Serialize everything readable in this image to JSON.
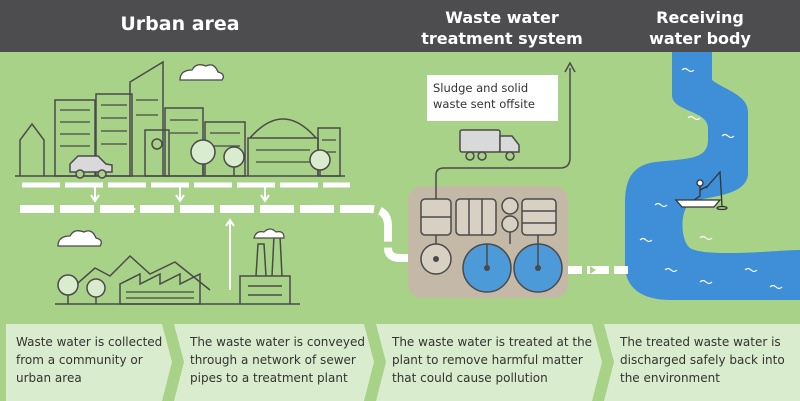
{
  "header": {
    "urban": "Urban area",
    "wwts_line1": "Waste water",
    "wwts_line2": "treatment system",
    "rwb_line1": "Receiving",
    "rwb_line2": "water body"
  },
  "sludge": {
    "line1": "Sludge and solid",
    "line2": "waste sent offsite"
  },
  "steps": [
    {
      "line1": "Waste water is collected",
      "line2": "from a community or",
      "line3": "urban area"
    },
    {
      "line1": "The waste water is conveyed",
      "line2": "through a network of sewer",
      "line3": "pipes to a treatment plant"
    },
    {
      "line1": "The waste water is treated at the",
      "line2": "plant to remove harmful matter",
      "line3": "that could cause pollution"
    },
    {
      "line1": "The treated waste water is",
      "line2": "discharged safely back into",
      "line3": "the environment"
    }
  ],
  "colors": {
    "header_bg": "#4d4d4f",
    "background": "#a7d288",
    "step_bg": "#d9eccd",
    "river": "#3f8fd8",
    "treatment_pad": "#c3b9a6",
    "clarifier": "#4d9ad8",
    "pipe": "#ffffff",
    "line_art": "#4a4a4a"
  },
  "icons": [
    "city-buildings-icon",
    "car-icon",
    "factory-icon",
    "truck-icon",
    "fisherman-boat-icon",
    "cloud-icon",
    "tree-icon"
  ]
}
